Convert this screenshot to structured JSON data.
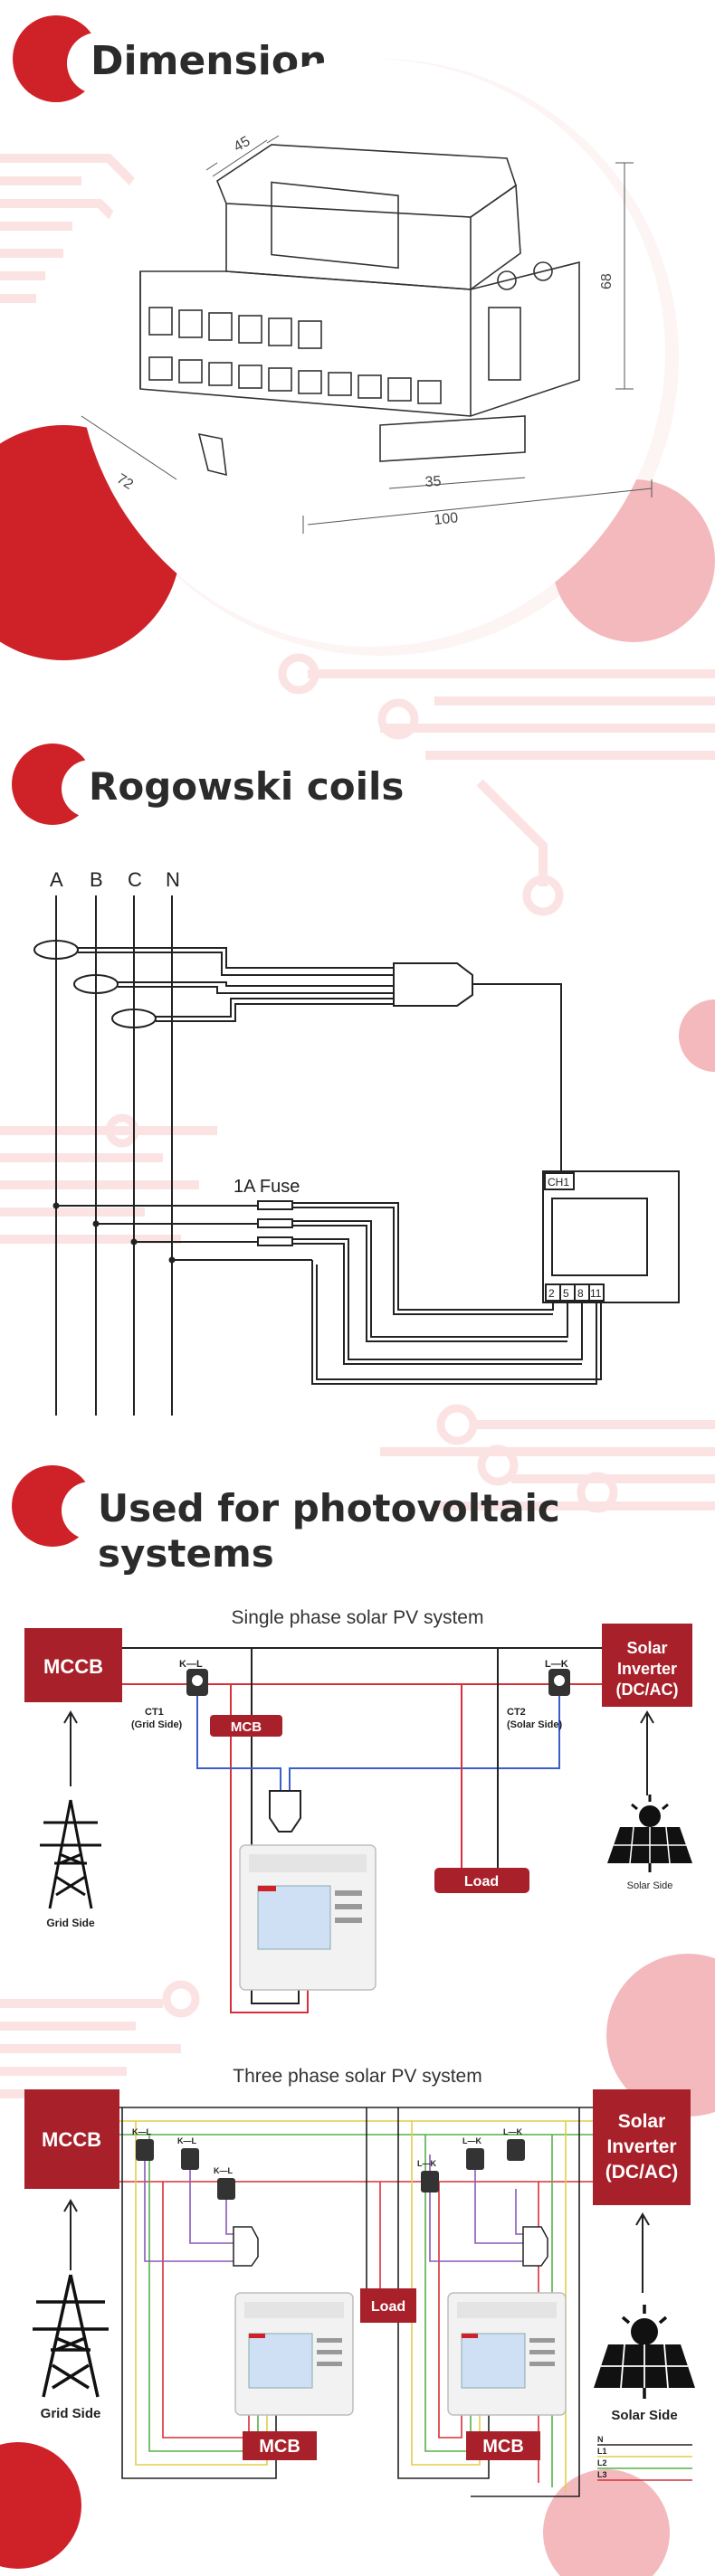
{
  "colors": {
    "accent": "#cf2128",
    "dark_red": "#a8202a",
    "pink": "#f3b9bc",
    "pale_pink": "#fbe3e4",
    "line_dark": "#222222",
    "wire_red": "#d8303a",
    "wire_blue": "#3a5fc8",
    "wire_yellow": "#e0cf4a",
    "wire_green": "#55b04a",
    "wire_purple": "#8a5ab8"
  },
  "sections": {
    "dimension": {
      "title": "Dimension"
    },
    "rogowski": {
      "title": "Rogowski coils"
    },
    "photovoltaic": {
      "title_line1": "Used for photovoltaic",
      "title_line2": "systems"
    }
  },
  "dimension_drawing": {
    "dim_45": "45",
    "dim_68": "68",
    "dim_72": "72",
    "dim_35": "35",
    "dim_100": "100"
  },
  "rogowski_diagram": {
    "phase_labels": [
      "A",
      "B",
      "C",
      "N"
    ],
    "fuse_label": "1A Fuse",
    "channel_label": "CH1",
    "terminals": [
      "2",
      "5",
      "8",
      "11"
    ]
  },
  "single_phase": {
    "title": "Single phase solar PV system",
    "mccb": "MCCB",
    "inverter_line1": "Solar",
    "inverter_line2": "Inverter",
    "inverter_line3": "(DC/AC)",
    "ct1_line1": "CT1",
    "ct1_line2": "(Grid Side)",
    "ct2_line1": "CT2",
    "ct2_line2": "(Solar Side)",
    "kl_left": "K—L",
    "kl_right": "L—K",
    "mcb": "MCB",
    "load": "Load",
    "grid_side": "Grid Side",
    "solar_side": "Solar Side"
  },
  "three_phase": {
    "title": "Three phase solar PV system",
    "mccb": "MCCB",
    "inverter_line1": "Solar",
    "inverter_line2": "Inverter",
    "inverter_line3": "(DC/AC)",
    "load": "Load",
    "mcb_left": "MCB",
    "mcb_right": "MCB",
    "grid_side": "Grid Side",
    "solar_side": "Solar Side",
    "kl_label": "K—L",
    "lk_label": "L—K",
    "legend": [
      "N",
      "L1",
      "L2",
      "L3"
    ]
  }
}
